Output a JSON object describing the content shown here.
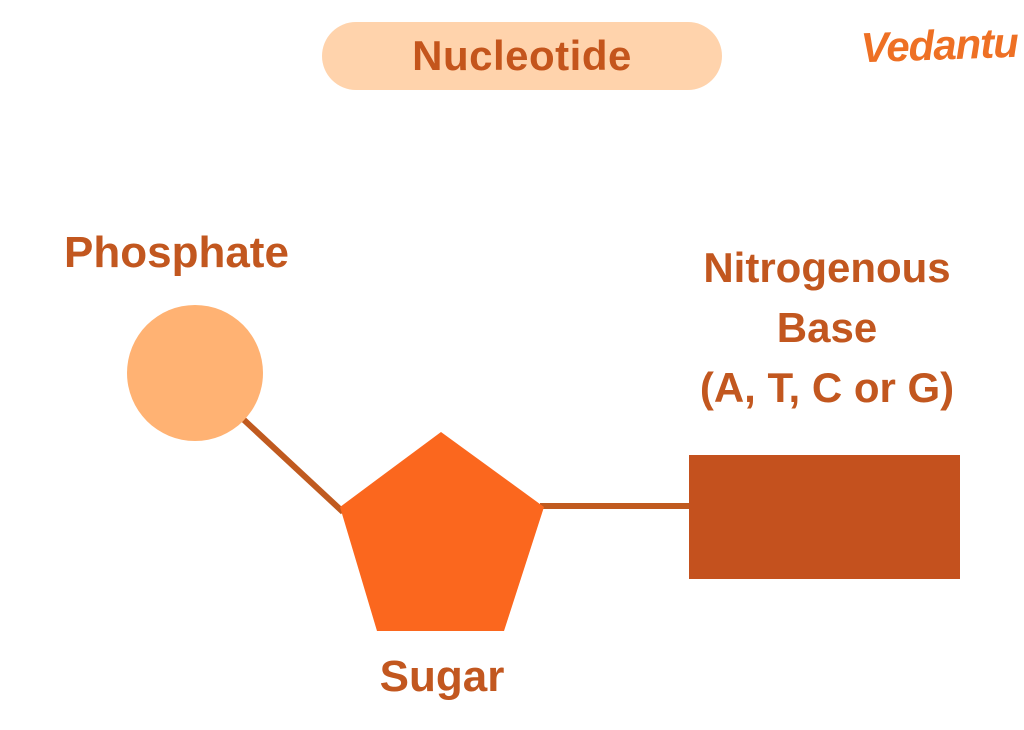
{
  "header": {
    "title": "Nucleotide",
    "brand": "Vedantu"
  },
  "diagram": {
    "type": "labeled-structure-diagram",
    "subject": "DNA nucleotide components",
    "labels": {
      "phosphate": "Phosphate",
      "nitrogenous_base_line1": "Nitrogenous",
      "nitrogenous_base_line2": "Base",
      "nitrogenous_base_line3": "(A, T, C or G)",
      "sugar": "Sugar"
    },
    "shapes": {
      "phosphate": "circle",
      "sugar": "pentagon",
      "nitrogenous_base": "rectangle"
    },
    "connections": [
      "phosphate-circle to sugar-pentagon",
      "sugar-pentagon to nitrogenous-base-rect"
    ]
  },
  "colors": {
    "title_pill_bg": "#FFD3AC",
    "title_text": "#C4551C",
    "label_text": "#C2571F",
    "phosphate_circle": "#FFB273",
    "sugar_pentagon": "#FB671E",
    "base_rect": "#C4511E",
    "connector": "#C05A1F",
    "brand": "#EE7024",
    "background": "#FFFFFF"
  }
}
